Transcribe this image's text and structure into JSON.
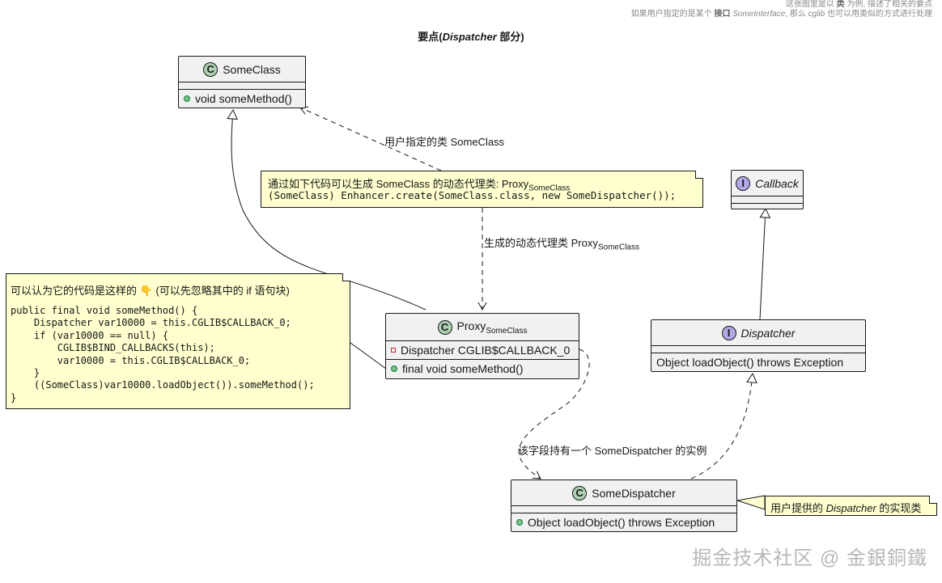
{
  "header_note": {
    "line1_pre": "这张图里是以",
    "line1_b": "类",
    "line1_post": "为例, 描述了相关的要点",
    "line2_pre": "如果用户指定的是某个",
    "line2_b": "接口",
    "line2_iface": "SomeInterface",
    "line2_mid": ", 那么",
    "line2_cglib": "cglib",
    "line2_post": "也可以用类似的方式进行处理"
  },
  "title": {
    "pre": "要点(",
    "italic": "Dispatcher",
    "post": " 部分)"
  },
  "classes": {
    "some_class": {
      "badge": "C",
      "name": "SomeClass",
      "members": [
        "void someMethod()"
      ]
    },
    "proxy": {
      "badge": "C",
      "name": "Proxy",
      "name_sub": "SomeClass",
      "members": [
        "Dispatcher CGLIB$CALLBACK_0",
        "final void someMethod()"
      ]
    },
    "callback": {
      "badge": "I",
      "name": "Callback"
    },
    "dispatcher": {
      "badge": "I",
      "name": "Dispatcher",
      "members": [
        "Object loadObject() throws Exception"
      ]
    },
    "some_dispatcher": {
      "badge": "C",
      "name": "SomeDispatcher",
      "members": [
        "Object loadObject() throws Exception"
      ]
    }
  },
  "notes": {
    "enhancer": {
      "line1": "通过如下代码可以生成 SomeClass 的动态代理类: Proxy",
      "line1_sub": "SomeClass",
      "line2": "(SomeClass) Enhancer.create(SomeClass.class, new SomeDispatcher());"
    },
    "code": {
      "line1": "可以认为它的代码是这样的",
      "emoji": "👇",
      "line1_post": "(可以先忽略其中的 if 语句块)",
      "code": "public final void someMethod() {\n    Dispatcher var10000 = this.CGLIB$CALLBACK_0;\n    if (var10000 == null) {\n        CGLIB$BIND_CALLBACKS(this);\n        var10000 = this.CGLIB$CALLBACK_0;\n    }\n    ((SomeClass)var10000.loadObject()).someMethod();\n}"
    },
    "impl": {
      "pre": "用户提供的",
      "italic": "Dispatcher",
      "post": "的实现类"
    }
  },
  "edge_labels": {
    "user_specified": "用户指定的类 SomeClass",
    "generated": "生成的动态代理类 Proxy",
    "generated_sub": "SomeClass",
    "holds": "该字段持有一个 SomeDispatcher 的实例"
  },
  "watermark": "掘金技术社区 @ 金銀銅鐵"
}
